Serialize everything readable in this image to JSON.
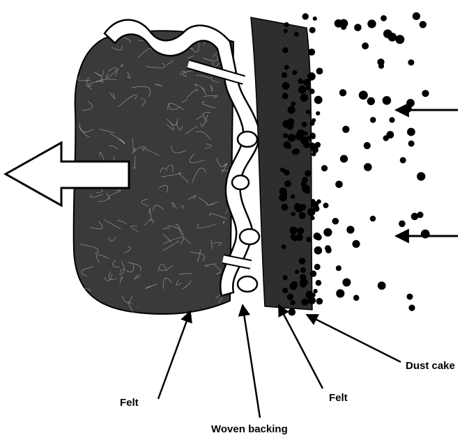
{
  "labels": {
    "dust_cake": "Dust cake",
    "felt_right": "Felt",
    "felt_left": "Felt",
    "woven_backing": "Woven backing"
  },
  "colors": {
    "ink": "#000000",
    "background": "#ffffff"
  }
}
